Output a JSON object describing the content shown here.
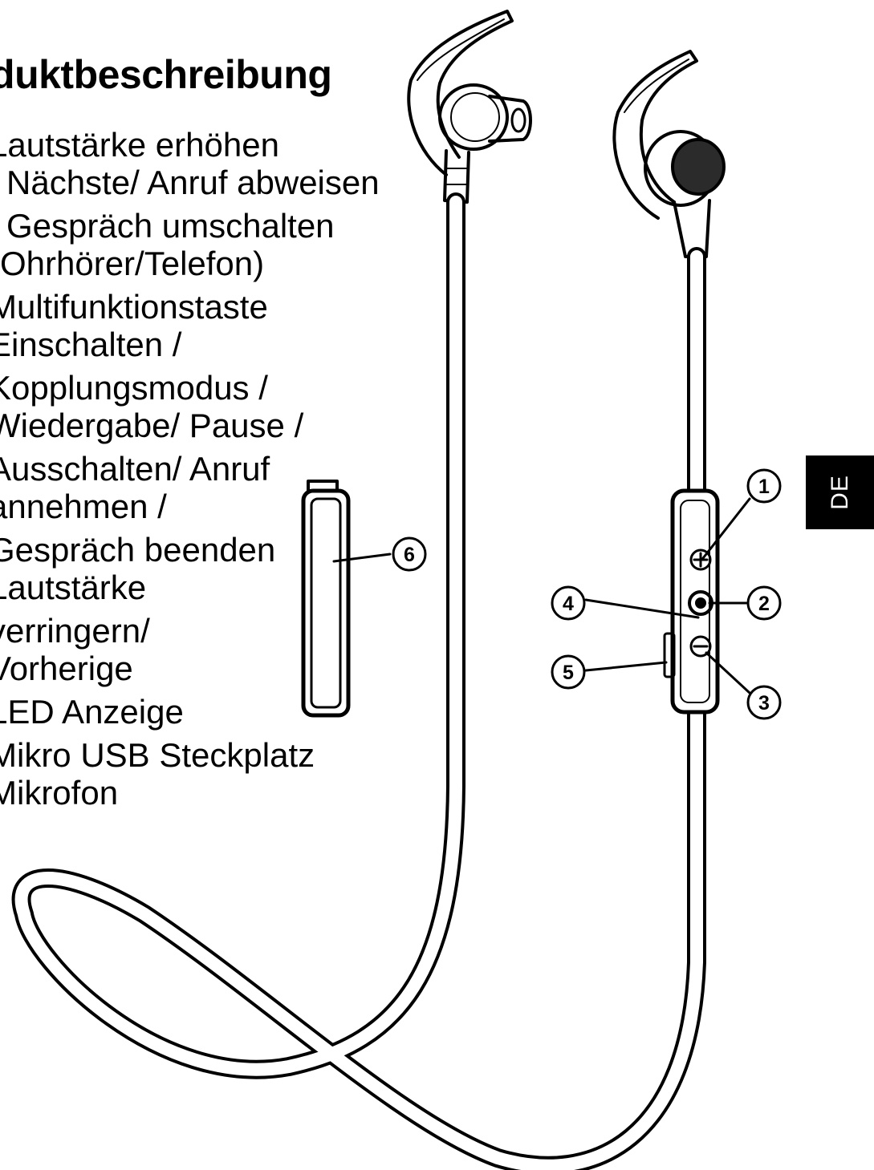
{
  "title": "oduktbeschreibung",
  "language_tab": "DE",
  "description_lines": [
    "Lautstärke erhöhen",
    "Nächste/ Anruf abweisen",
    "Gespräch umschalten",
    "(Ohrhörer/Telefon)",
    "Multifunktionstaste",
    "Einschalten /",
    "Kopplungsmodus /",
    "Wiedergabe/ Pause /",
    "Ausschalten/ Anruf",
    "annehmen /",
    "Gespräch beenden",
    "Lautstärke",
    "verringern/",
    "Vorherige",
    "LED Anzeige",
    "Mikro USB Steckplatz",
    "Mikrofon"
  ],
  "callouts": [
    "1",
    "2",
    "3",
    "4",
    "5",
    "6"
  ],
  "colors": {
    "ink": "#000000",
    "tab_bg": "#000000",
    "tab_text": "#ffffff",
    "background": "#ffffff"
  },
  "icons": [
    "volume-up-icon",
    "multifunction-button-icon",
    "volume-down-icon"
  ]
}
